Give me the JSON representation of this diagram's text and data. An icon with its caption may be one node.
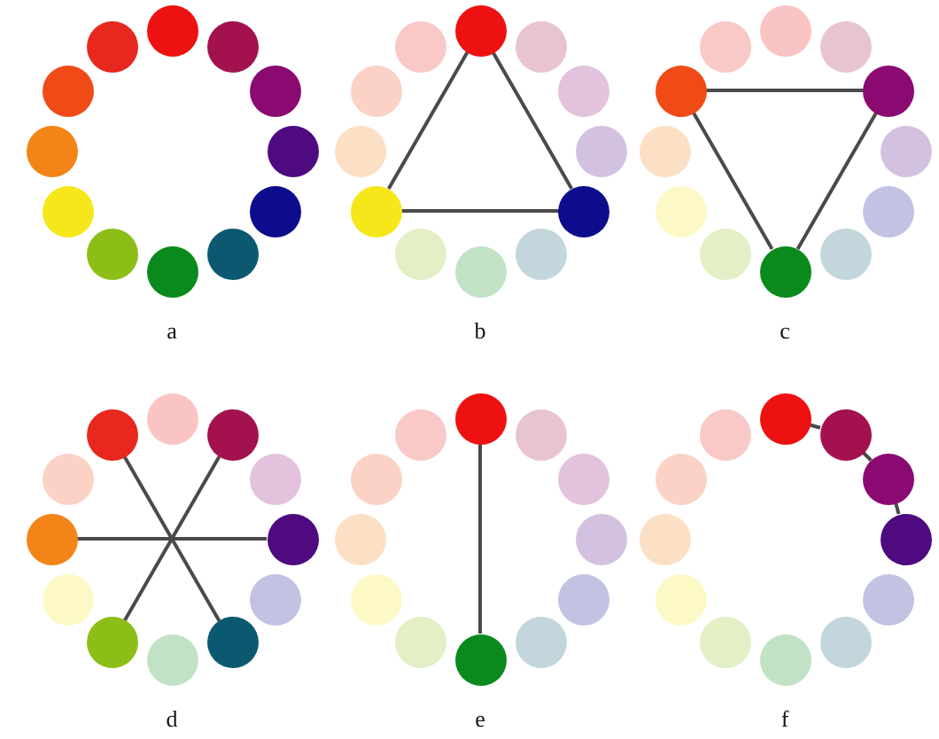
{
  "diagram": {
    "nodes": [
      {
        "text": [],
        "shape": "circle"
      },
      {
        "text": [],
        "shape": "circle"
      },
      {
        "text": [],
        "shape": "circle"
      },
      {
        "text": [],
        "shape": "circle"
      },
      {
        "text": [],
        "shape": "circle"
      },
      {
        "text": [],
        "shape": "circle"
      },
      {
        "text": [],
        "shape": "circle"
      },
      {
        "text": [],
        "shape": "circle"
      },
      {
        "text": [],
        "shape": "circle"
      },
      {
        "text": [],
        "shape": "circle"
      },
      {
        "text": [],
        "shape": "circle"
      },
      {
        "text": [],
        "shape": "circle"
      },
      {
        "text": [],
        "shape": "circle"
      },
      {
        "text": [],
        "shape": "circle"
      },
      {
        "text": [],
        "shape": "circle"
      },
      {
        "text": [],
        "shape": "circle"
      },
      {
        "text": [],
        "shape": "circle"
      },
      {
        "text": [],
        "shape": "circle"
      },
      {
        "text": [],
        "shape": "circle"
      },
      {
        "text": [],
        "shape": "circle"
      },
      {
        "text": [],
        "shape": "circle"
      },
      {
        "text": [],
        "shape": "circle"
      },
      {
        "text": [],
        "shape": "circle"
      },
      {
        "text": [],
        "shape": "circle"
      },
      {
        "text": [],
        "shape": "circle"
      },
      {
        "text": [],
        "shape": "circle"
      },
      {
        "text": [],
        "shape": "circle"
      },
      {
        "text": [],
        "shape": "circle"
      },
      {
        "text": [],
        "shape": "circle"
      },
      {
        "text": [],
        "shape": "circle"
      },
      {
        "text": [],
        "shape": "circle"
      },
      {
        "text": [],
        "shape": "circle"
      },
      {
        "text": [],
        "shape": "circle"
      },
      {
        "text": [],
        "shape": "circle"
      },
      {
        "text": [],
        "shape": "circle"
      },
      {
        "text": [],
        "shape": "circle"
      },
      {
        "text": [],
        "shape": "circle"
      },
      {
        "text": [],
        "shape": "circle"
      },
      {
        "text": [],
        "shape": "circle"
      },
      {
        "text": [],
        "shape": "circle"
      },
      {
        "text": [],
        "shape": "circle"
      },
      {
        "text": [],
        "shape": "circle"
      },
      {
        "text": [],
        "shape": "circle"
      },
      {
        "text": [],
        "shape": "circle"
      },
      {
        "text": [],
        "shape": "circle"
      },
      {
        "text": [],
        "shape": "circle"
      },
      {
        "text": [],
        "shape": "circle"
      },
      {
        "text": [],
        "shape": "circle"
      },
      {
        "text": [],
        "shape": "circle"
      },
      {
        "text": [],
        "shape": "circle"
      },
      {
        "text": [],
        "shape": "circle"
      },
      {
        "text": [],
        "shape": "circle"
      },
      {
        "text": [],
        "shape": "circle"
      },
      {
        "text": [],
        "shape": "circle"
      },
      {
        "text": [],
        "shape": "circle"
      },
      {
        "text": [],
        "shape": "circle"
      },
      {
        "text": [],
        "shape": "circle"
      },
      {
        "text": [],
        "shape": "circle"
      },
      {
        "text": [],
        "shape": "circle"
      },
      {
        "text": [],
        "shape": "circle"
      },
      {
        "text": [],
        "shape": "circle"
      },
      {
        "text": [],
        "shape": "circle"
      },
      {
        "text": [],
        "shape": "circle"
      },
      {
        "text": [],
        "shape": "circle"
      },
      {
        "text": [],
        "shape": "circle"
      },
      {
        "text": [],
        "shape": "circle"
      },
      {
        "text": [],
        "shape": "circle"
      },
      {
        "text": [],
        "shape": "circle"
      },
      {
        "text": [],
        "shape": "circle"
      },
      {
        "text": [],
        "shape": "circle"
      },
      {
        "text": [],
        "shape": "circle"
      },
      {
        "text": [],
        "shape": "circle"
      }
    ],
    "edges": [
      {
        "from": 12,
        "to": 20,
        "arrow": "none"
      },
      {
        "from": 20,
        "to": 16,
        "arrow": "none"
      },
      {
        "from": 16,
        "to": 12,
        "arrow": "none"
      },
      {
        "from": 34,
        "to": 26,
        "arrow": "none"
      },
      {
        "from": 26,
        "to": 30,
        "arrow": "none"
      },
      {
        "from": 30,
        "to": 34,
        "arrow": "none"
      },
      {
        "from": 47,
        "to": 41,
        "arrow": "none"
      },
      {
        "from": 37,
        "to": 43,
        "arrow": "none"
      },
      {
        "from": 45,
        "to": 39,
        "arrow": "none"
      },
      {
        "from": 48,
        "to": 54,
        "arrow": "none"
      },
      {
        "from": 60,
        "to": 61,
        "arrow": "none"
      },
      {
        "from": 61,
        "to": 62,
        "arrow": "none"
      },
      {
        "from": 62,
        "to": 63,
        "arrow": "none"
      }
    ],
    "labels": [
      "a",
      "b",
      "c",
      "d",
      "e",
      "f"
    ]
  }
}
